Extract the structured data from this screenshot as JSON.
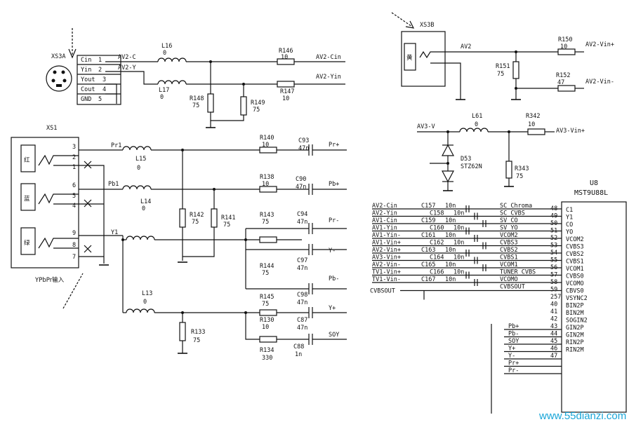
{
  "xs3a": {
    "ref": "XS3A",
    "pins": [
      {
        "name": "Cin",
        "num": "1"
      },
      {
        "name": "Yin",
        "num": "2"
      },
      {
        "name": "Yout",
        "num": "3"
      },
      {
        "name": "Cout",
        "num": "4"
      },
      {
        "name": "GND",
        "num": "5"
      }
    ],
    "net_c": "AV2-C",
    "net_y": "AV2-Y",
    "out_cin": "AV2-Cin",
    "out_yin": "AV2-Yin"
  },
  "xs3b": {
    "ref": "XS3B",
    "color_label": "黄",
    "net": "AV2",
    "out1": "AV2-Vin+",
    "out2": "AV2-Vin-"
  },
  "xs1": {
    "ref": "XS1",
    "caption": "YPbPr输入",
    "colors": [
      "红",
      "蓝",
      "绿"
    ],
    "pins": [
      "3",
      "2",
      "1",
      "6",
      "5",
      "4",
      "9",
      "8",
      "7"
    ]
  },
  "nets": {
    "pr1": "Pr1",
    "pb1": "Pb1",
    "y1": "Y1",
    "av3v": "AV3-V",
    "cvbsout": "CVBSOUT",
    "prp": "Pr+",
    "pbp": "Pb+",
    "prm": "Pr-",
    "ym": "Y-",
    "pbm": "Pb-",
    "yp": "Y+",
    "soy": "SOY",
    "av3vin": "AV3-Vin+"
  },
  "components": {
    "L16": {
      "ref": "L16",
      "val": "0"
    },
    "L17": {
      "ref": "L17",
      "val": "0"
    },
    "L15": {
      "ref": "L15",
      "val": "0"
    },
    "L14": {
      "ref": "L14",
      "val": "0"
    },
    "L13": {
      "ref": "L13",
      "val": "0"
    },
    "L61": {
      "ref": "L61",
      "val": "0"
    },
    "R146": {
      "ref": "R146",
      "val": "10"
    },
    "R147": {
      "ref": "R147",
      "val": "10"
    },
    "R148": {
      "ref": "R148",
      "val": "75"
    },
    "R149": {
      "ref": "R149",
      "val": "75"
    },
    "R140": {
      "ref": "R140",
      "val": "10"
    },
    "R138": {
      "ref": "R138",
      "val": "10"
    },
    "R143": {
      "ref": "R143",
      "val": "75"
    },
    "R144": {
      "ref": "R144",
      "val": "75"
    },
    "R145": {
      "ref": "R145",
      "val": "75"
    },
    "R130": {
      "ref": "R130",
      "val": "10"
    },
    "R134": {
      "ref": "R134",
      "val": "330"
    },
    "R142": {
      "ref": "R142",
      "val": "75"
    },
    "R141": {
      "ref": "R141",
      "val": "75"
    },
    "R133": {
      "ref": "R133",
      "val": "75"
    },
    "R150": {
      "ref": "R150",
      "val": "10"
    },
    "R151": {
      "ref": "R151",
      "val": "75"
    },
    "R152": {
      "ref": "R152",
      "val": "47"
    },
    "R342": {
      "ref": "R342",
      "val": "10"
    },
    "R343": {
      "ref": "R343",
      "val": "75"
    },
    "C93": {
      "ref": "C93",
      "val": "47n"
    },
    "C90": {
      "ref": "C90",
      "val": "47n"
    },
    "C94": {
      "ref": "C94",
      "val": "47n"
    },
    "C97": {
      "ref": "C97",
      "val": "47n"
    },
    "C98": {
      "ref": "C98",
      "val": "47n"
    },
    "C87": {
      "ref": "C87",
      "val": "47n"
    },
    "C88": {
      "ref": "C88",
      "val": "1n"
    },
    "D53": {
      "ref": "D53",
      "val": "STZ62N"
    }
  },
  "ic": {
    "ref": "U8",
    "part": "MST9U88L",
    "pin_names": [
      "C1",
      "Y1",
      "CO",
      "YO",
      "VCOM2",
      "CVBS3",
      "CVBS2",
      "CVBS1",
      "VCOM1",
      "CVBS0",
      "VCOMO",
      "CBVS0",
      "VSYNC2",
      "BIN2P",
      "BIN2M",
      "SOGIN2",
      "GIN2P",
      "GIN2M",
      "RIN2P",
      "RIN2M"
    ],
    "pin_nums": [
      "48",
      "49",
      "50",
      "51",
      "52",
      "53",
      "54",
      "55",
      "56",
      "57",
      "58",
      "59",
      "257",
      "40",
      "41",
      "42",
      "43",
      "44",
      "45",
      "46",
      "47"
    ]
  },
  "bus": {
    "nets": [
      "AV2-Cin",
      "AV2-Yin",
      "AV1-Cin",
      "AV1-Yin",
      "AV1-Yin-",
      "AV1-Vin+",
      "AV2-Vin+",
      "AV3-Vin+",
      "AV2-Vin-",
      "TV1-Vin+",
      "TV1-Vin-"
    ],
    "caps": [
      {
        "ref": "C157",
        "val": "10n"
      },
      {
        "ref": "C158",
        "val": "10n"
      },
      {
        "ref": "C159",
        "val": "10n"
      },
      {
        "ref": "C160",
        "val": "10n"
      },
      {
        "ref": "C161",
        "val": "10n"
      },
      {
        "ref": "C162",
        "val": "10n"
      },
      {
        "ref": "C163",
        "val": "10n"
      },
      {
        "ref": "C164",
        "val": "10n"
      },
      {
        "ref": "C165",
        "val": "10n"
      },
      {
        "ref": "C166",
        "val": "10n"
      },
      {
        "ref": "C167",
        "val": "10n"
      }
    ],
    "outs": [
      "SC_Chroma",
      "SC_CVBS",
      "SV_CO",
      "SV_YO",
      "VCOM2",
      "CVBS3",
      "CVBS2",
      "CVBS1",
      "VCOM1",
      "TUNER CVBS",
      "VCOMO",
      "CVBSOUT"
    ],
    "lower": [
      "Pb+",
      "Pb-",
      "SOY",
      "Y+",
      "Y-",
      "Pr+",
      "Pr-"
    ]
  },
  "watermark": "www.55dianzi.com"
}
